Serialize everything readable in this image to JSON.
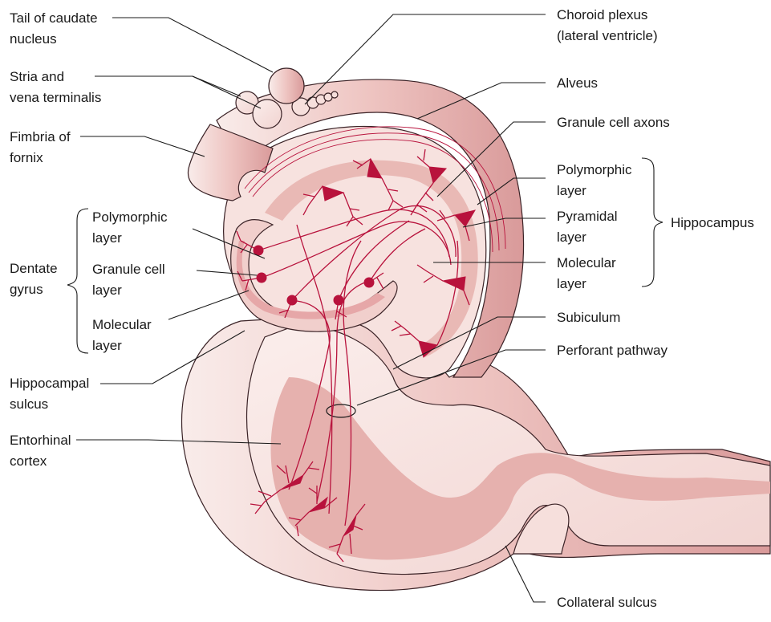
{
  "labels": {
    "tail_caudate": [
      "Tail of caudate",
      "nucleus"
    ],
    "stria": [
      "Stria and",
      "vena terminalis"
    ],
    "fimbria": [
      "Fimbria of",
      "fornix"
    ],
    "dg_polymorphic": [
      "Polymorphic",
      "layer"
    ],
    "dg_granule": [
      "Granule cell",
      "layer"
    ],
    "dg_molecular": [
      "Molecular",
      "layer"
    ],
    "dentate": [
      "Dentate",
      "gyrus"
    ],
    "hippocampal_sulcus": [
      "Hippocampal",
      "sulcus"
    ],
    "entorhinal": [
      "Entorhinal",
      "cortex"
    ],
    "choroid": [
      "Choroid plexus",
      "(lateral ventricle)"
    ],
    "alveus": "Alveus",
    "granule_axons": "Granule cell axons",
    "h_polymorphic": [
      "Polymorphic",
      "layer"
    ],
    "h_pyramidal": [
      "Pyramidal",
      "layer"
    ],
    "h_molecular": [
      "Molecular",
      "layer"
    ],
    "hippocampus": "Hippocampus",
    "subiculum": "Subiculum",
    "perforant": "Perforant pathway",
    "collateral": "Collateral sulcus"
  },
  "colors": {
    "tissue_light": "#f6dfdc",
    "tissue_mid": "#ebbcb9",
    "tissue_dark": "#dea3a3",
    "neuron": "#b8123c",
    "outline": "#3a2226"
  }
}
